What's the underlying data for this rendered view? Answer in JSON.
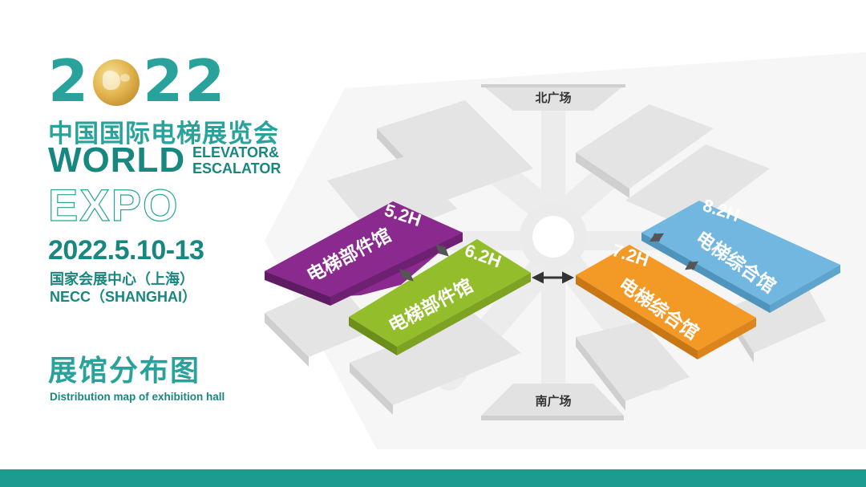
{
  "colors": {
    "teal": "#2aa29c",
    "dark_teal": "#17877f",
    "purple": "#8a2a8e",
    "green": "#93bd2b",
    "orange": "#f39a26",
    "blue": "#72b7e0",
    "gray_block": "#e3e3e3",
    "road": "#ececec",
    "bottom_bar": "#1d9b91"
  },
  "header": {
    "year_start": "2",
    "globe_icon": "globe-icon",
    "year_end": "22",
    "title_cn": "中国国际电梯展览会",
    "world": "WORLD",
    "elevator": "ELEVATOR&",
    "escalator": "ESCALATOR",
    "expo": "EXPO",
    "dates": "2022.5.10-13",
    "venue_cn": "国家会展中心（上海）",
    "venue_en": "NECC（SHANGHAI）"
  },
  "map_section": {
    "title_cn": "展馆分布图",
    "subtitle_en": "Distribution map of exhibition hall"
  },
  "plazas": {
    "north": "北广场",
    "south": "南广场"
  },
  "halls": [
    {
      "code": "5.2H",
      "name": "电梯部件馆",
      "color": "#8a2a8e"
    },
    {
      "code": "6.2H",
      "name": "电梯部件馆",
      "color": "#93bd2b"
    },
    {
      "code": "7.2H",
      "name": "电梯综合馆",
      "color": "#f39a26"
    },
    {
      "code": "8.2H",
      "name": "电梯综合馆",
      "color": "#72b7e0"
    }
  ]
}
